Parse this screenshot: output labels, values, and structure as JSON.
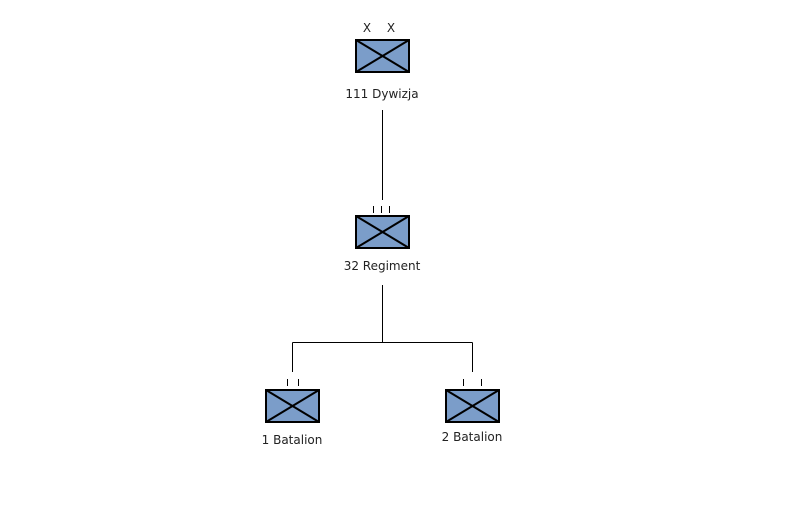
{
  "colors": {
    "background": "#ffffff",
    "unit_fill": "#7b9dc9",
    "line": "#000000",
    "text": "#222222"
  },
  "units": [
    {
      "id": "division",
      "label": "111 Dywizja",
      "echelon": "division",
      "echelon_text": "X X",
      "symbol": "infantry"
    },
    {
      "id": "regiment",
      "label": "32 Regiment",
      "echelon": "regiment",
      "echelon_text": "",
      "symbol": "infantry"
    },
    {
      "id": "battalion-1",
      "label": "1 Batalion",
      "echelon": "battalion",
      "echelon_text": "",
      "symbol": "infantry"
    },
    {
      "id": "battalion-2",
      "label": "2 Batalion",
      "echelon": "battalion",
      "echelon_text": "",
      "symbol": "infantry"
    }
  ],
  "links": [
    {
      "from": "division",
      "to": "regiment"
    },
    {
      "from": "regiment",
      "to": "battalion-1"
    },
    {
      "from": "regiment",
      "to": "battalion-2"
    }
  ]
}
